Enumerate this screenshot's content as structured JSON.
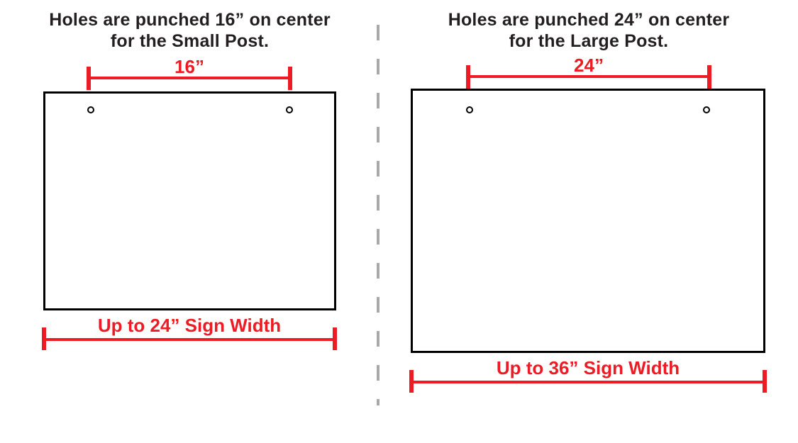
{
  "diagram": {
    "left_panel": {
      "title_line1": "Holes are punched 16” on center",
      "title_line2": "for the Small Post.",
      "hole_spacing_label": "16”",
      "sign_width_label": "Up to 24” Sign Width",
      "post_size": "Small Post",
      "hole_spacing_inches": 16,
      "max_sign_width_inches": 24,
      "hole_count": 2
    },
    "right_panel": {
      "title_line1": "Holes are punched 24” on center",
      "title_line2": "for the Large Post.",
      "hole_spacing_label": "24”",
      "sign_width_label": "Up to 36” Sign Width",
      "post_size": "Large Post",
      "hole_spacing_inches": 24,
      "max_sign_width_inches": 36,
      "hole_count": 2
    },
    "colors": {
      "dimension_red": "#ED1C24",
      "title_text": "#231F20",
      "sign_outline": "#000000",
      "divider_gray": "#A6A8AB",
      "background": "#FFFFFF"
    }
  }
}
